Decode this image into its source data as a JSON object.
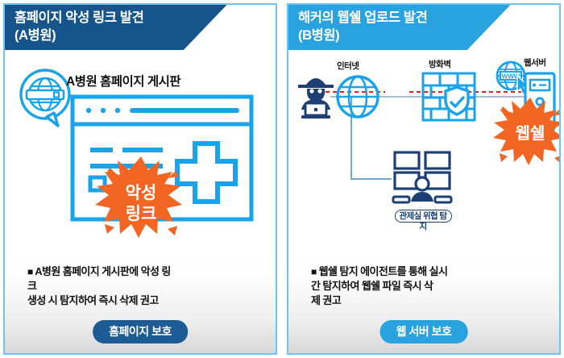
{
  "left_panel": {
    "header_title": "홈페이지 악성 링크 발견\n(A병원)",
    "illustration_caption": "A병원 홈페이지 게시판",
    "splat_line1": "악성",
    "splat_line2": "링크",
    "bullet_marker": "■",
    "bullet_text": "A병원 홈페이지 게시판에 악성 링\n크\n생성 시 탐지하여 즉시 삭제 권고",
    "pill_label": "홈페이지 보호",
    "icons": {
      "globe_bubble": "globe-speech-bubble-icon",
      "browser_window": "browser-window-icon",
      "medical_cross": "medical-cross-icon",
      "splat": "orange-splat-icon"
    }
  },
  "right_panel": {
    "header_title": "해커의 웹쉘 업로드 발견\n(B병원)",
    "diagram": {
      "hacker_label": "",
      "internet_label": "인터넷",
      "firewall_label": "방화벽",
      "webserver_label": "웹서버",
      "monitor_label": "관제실 위협 탐",
      "monitor_label_line2": "지",
      "splat_label": "웹쉘"
    },
    "bullet_marker": "■",
    "bullet_text": "웹쉘 탐지 에이전트를 통해 실시\n간 탐지하여 웹쉘 파일 즉시 삭\n제 권고",
    "pill_label": "웹 서버 보호",
    "icons": {
      "hacker": "hacker-laptop-icon",
      "internet": "globe-icon",
      "firewall": "firewall-shield-icon",
      "webserver": "server-rack-icon",
      "www_globe": "www-globe-cursor-icon",
      "monitor_station": "monitoring-station-icon",
      "splat": "orange-splat-icon",
      "attack_arrow": "red-dashed-arrow-icon"
    }
  },
  "colors": {
    "navy": "#15558c",
    "light_blue": "#29a3e0",
    "orange": "#f26522",
    "dark_navy_icon": "#1d3f73",
    "border": "#6fc4ef",
    "attack_red": "#e02020"
  }
}
